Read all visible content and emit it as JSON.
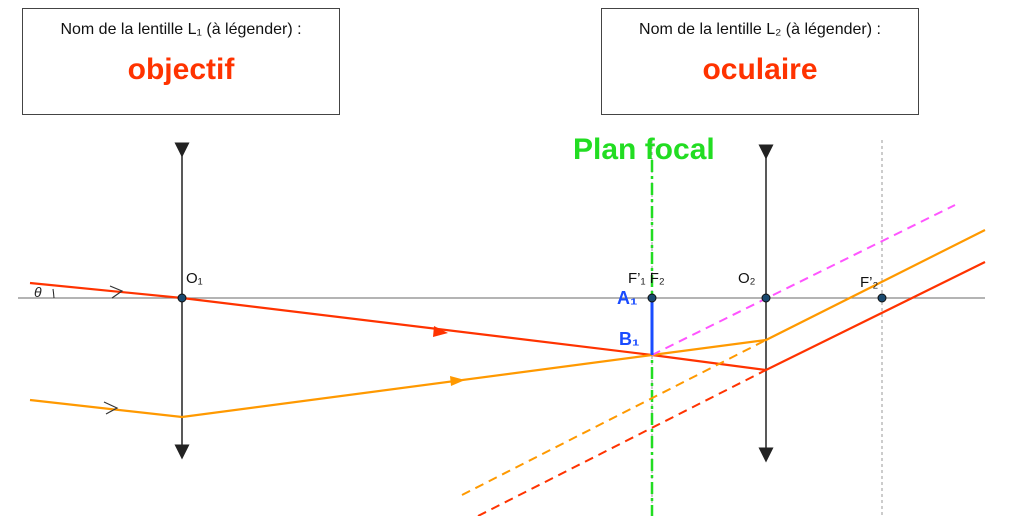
{
  "lens1_box": {
    "title": "Nom de la lentille L₁ (à légender) :",
    "name": "objectif"
  },
  "lens2_box": {
    "title": "Nom de la lentille L₂ (à légender) :",
    "name": "oculaire"
  },
  "labels": {
    "focal_plane": "Plan focal",
    "o1": "O₁",
    "o2": "O₂",
    "f1p_f2": "F’₁ F₂",
    "f2p": "F’₂",
    "a1": "A₁",
    "b1": "B₁",
    "theta": "θ"
  },
  "colors": {
    "red_ray": "#ff3300",
    "orange_ray": "#ff9900",
    "image": "#1a4cff",
    "focal_plane": "#22dd22",
    "virtual": "#ff55ff"
  }
}
